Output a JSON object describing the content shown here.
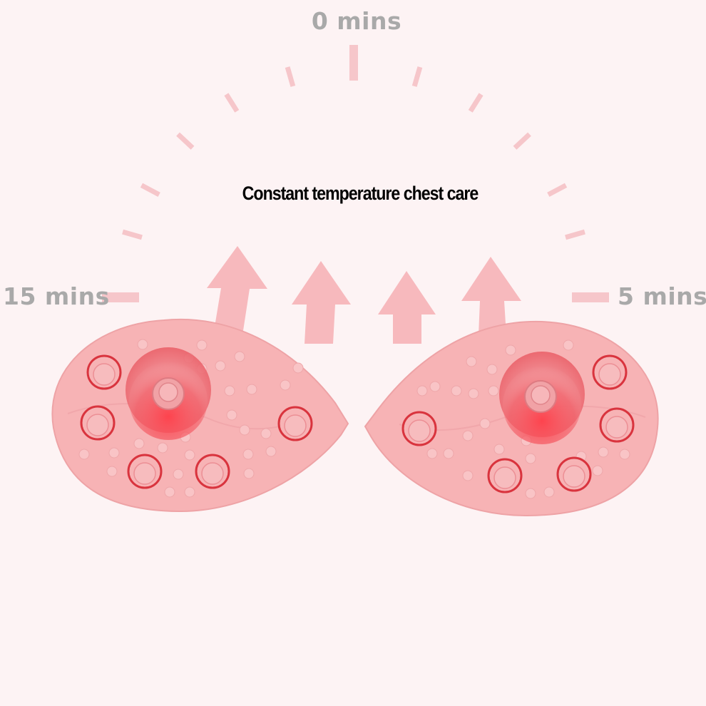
{
  "dial": {
    "label_top": "0 mins",
    "label_left": "15 mins",
    "label_right": "5 mins"
  },
  "headline": "Constant temperature chest care",
  "icons": [
    "heat-arrow-icon",
    "massage-pad-icon",
    "heating-node-icon"
  ],
  "colors": {
    "background": "#fdf3f4",
    "tick": "#f6c6ca",
    "arrow": "#f7b9bd",
    "pad": "#f7b3b5",
    "pad_outline": "#eea3a6",
    "ring": "#d9343e",
    "label": "#a9a9a9"
  }
}
